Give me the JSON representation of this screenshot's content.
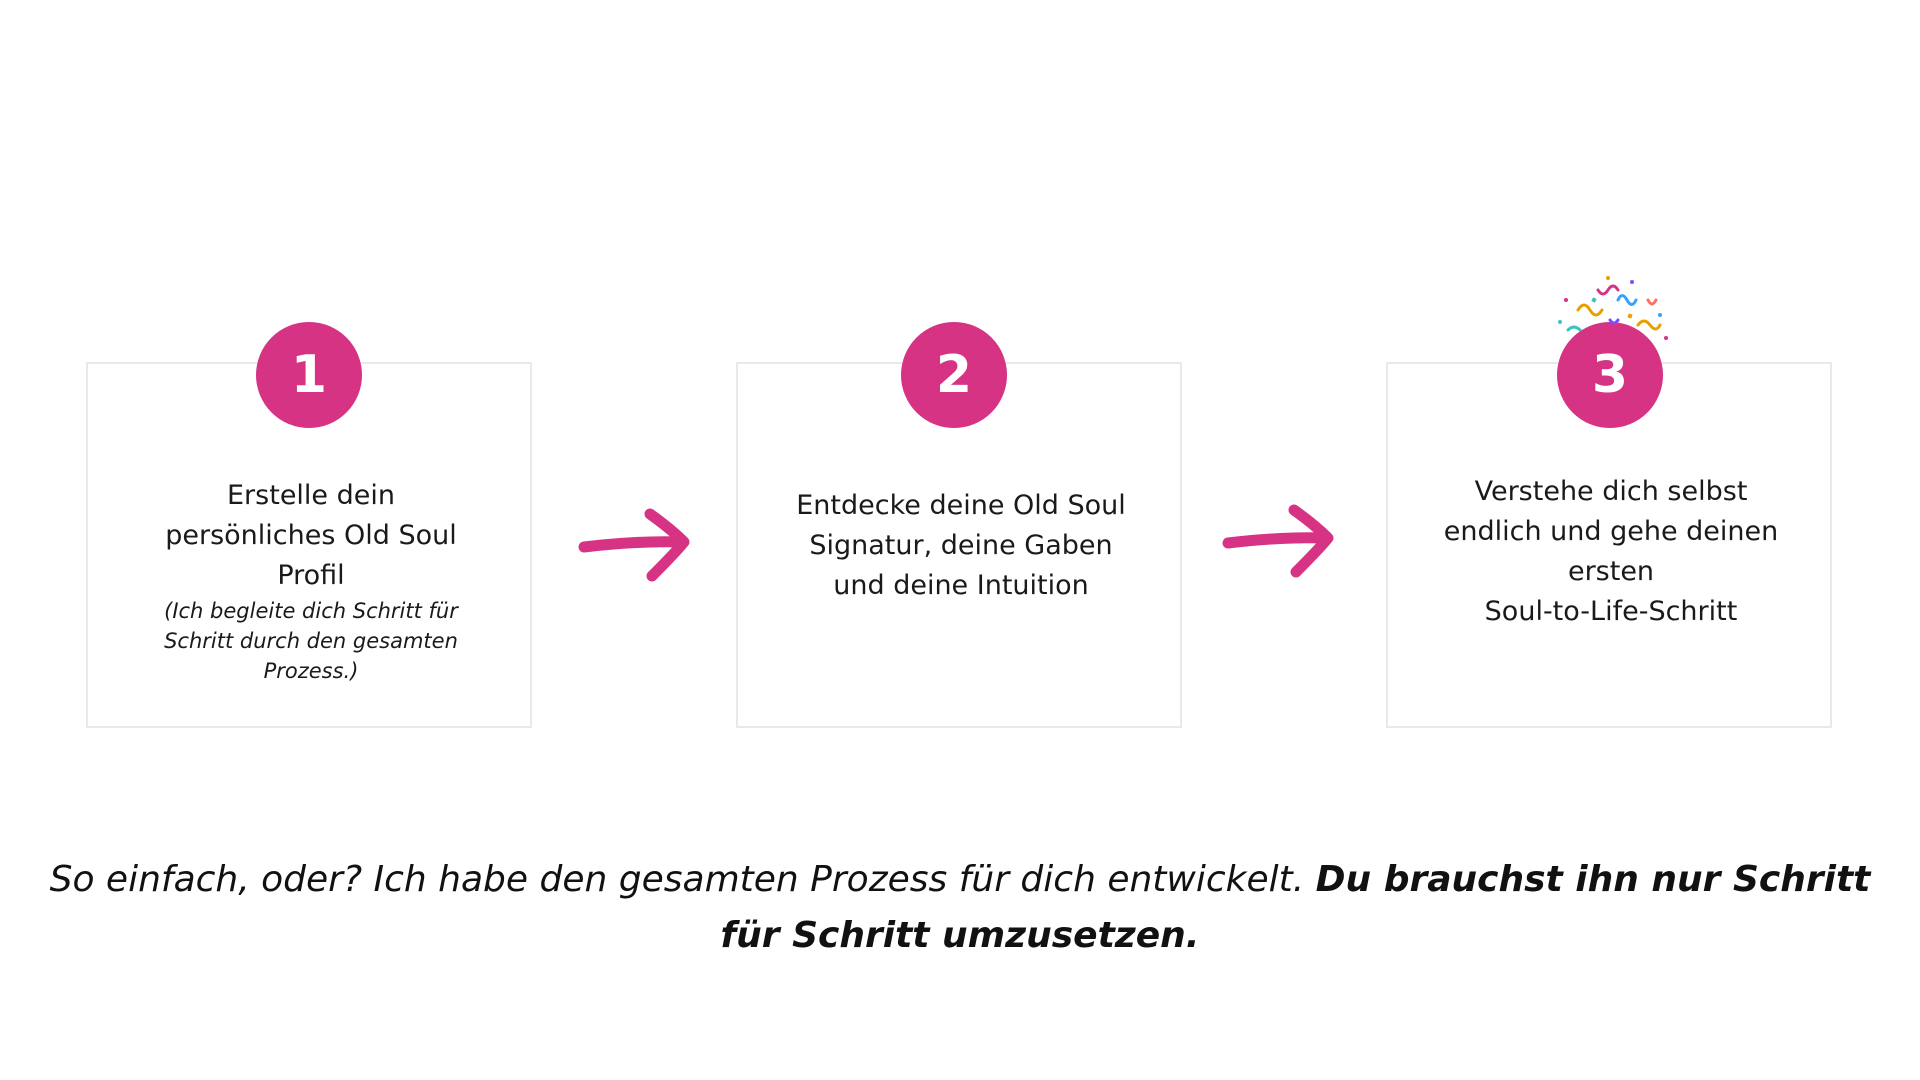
{
  "colors": {
    "accent": "#d63384",
    "card_border": "#e9e9e9",
    "text": "#1a1a1a"
  },
  "steps": [
    {
      "number": "1",
      "lines": [
        "Erstelle dein",
        "persönliches Old Soul",
        "Profil"
      ],
      "note": "(Ich begleite dich Schritt für Schritt durch den gesamten Prozess.)"
    },
    {
      "number": "2",
      "lines": [
        "Entdecke deine Old Soul",
        "Signatur, deine Gaben",
        "und deine Intuition"
      ],
      "note": ""
    },
    {
      "number": "3",
      "lines": [
        "Verstehe dich selbst",
        "endlich und gehe deinen",
        "ersten",
        "Soul-to-Life-Schritt"
      ],
      "note": ""
    }
  ],
  "icons": {
    "arrow": "arrow-right-icon",
    "confetti": "confetti-icon"
  },
  "summary": {
    "regular": "So einfach, oder? Ich habe den gesamten Prozess für dich entwickelt. ",
    "bold": "Du brauchst ihn nur Schritt für Schritt umzusetzen."
  }
}
